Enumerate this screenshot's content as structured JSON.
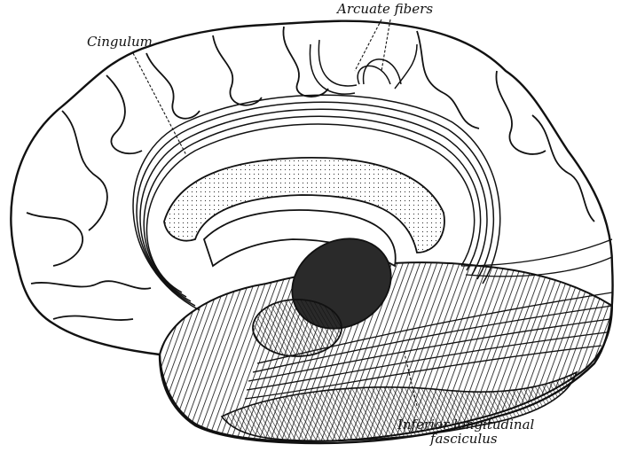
{
  "labels": {
    "cingulum": "Cingulum",
    "arcuate": "Arcuate fibers",
    "inferior_line1": "Inferior longitudinal",
    "inferior_line2": "fasciculus"
  },
  "colors": {
    "ink": "#111111",
    "paper": "#ffffff",
    "shade": "#2a2a2a"
  }
}
